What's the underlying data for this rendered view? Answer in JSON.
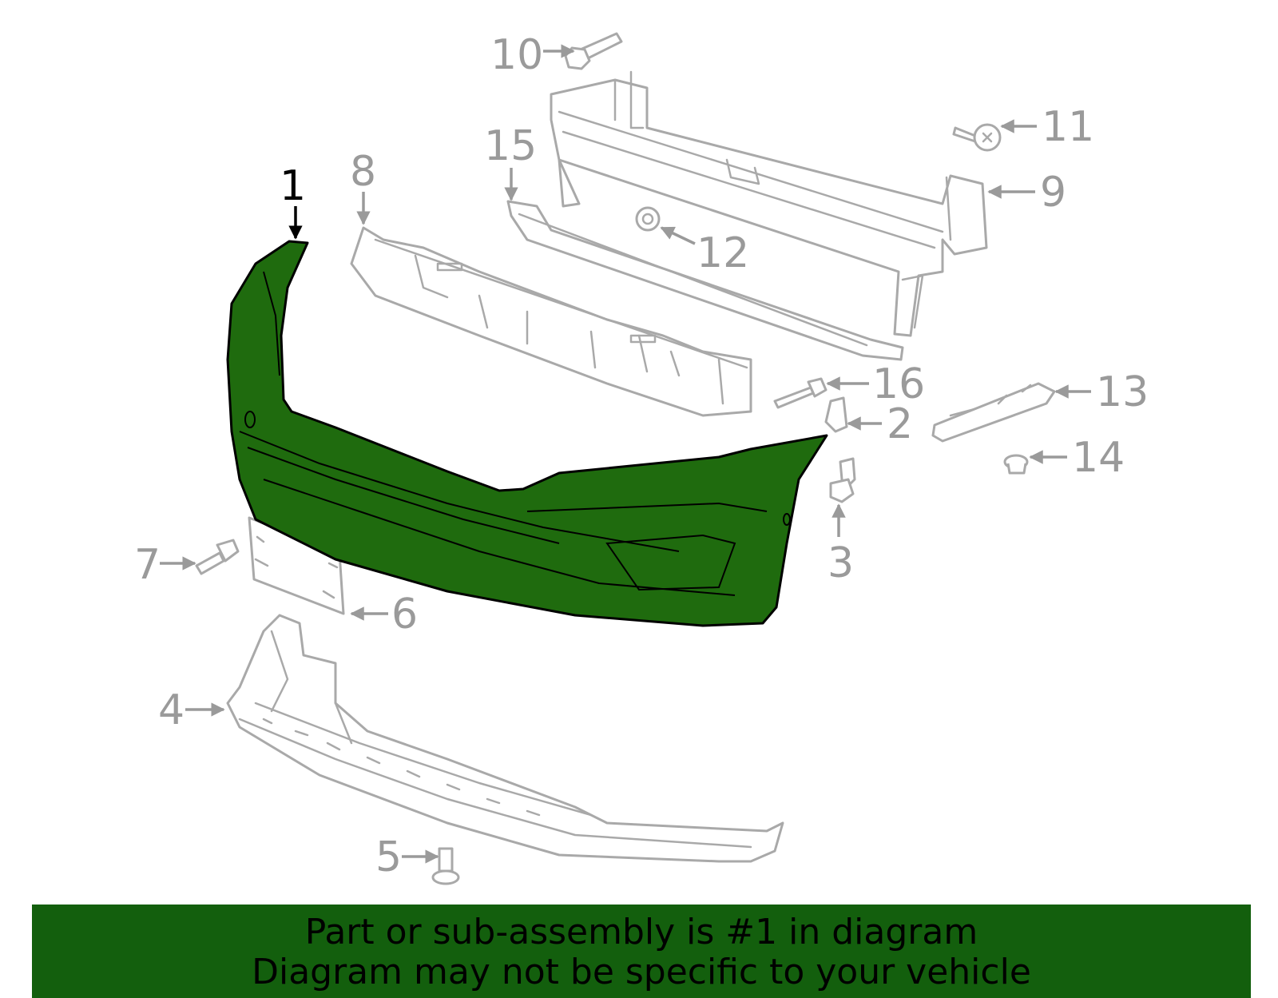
{
  "colors": {
    "highlight_fill": "#1f6b0e",
    "part_stroke": "#a9a9a9",
    "callout_text": "#9a9a9a",
    "banner_bg": "#135f0d"
  },
  "callouts": {
    "c1": "1",
    "c2": "2",
    "c3": "3",
    "c4": "4",
    "c5": "5",
    "c6": "6",
    "c7": "7",
    "c8": "8",
    "c9": "9",
    "c10": "10",
    "c11": "11",
    "c12": "12",
    "c13": "13",
    "c14": "14",
    "c15": "15",
    "c16": "16"
  },
  "highlighted_part": "1",
  "banner": {
    "line1": "Part or sub-assembly is #1 in diagram",
    "line2": "Diagram may not be specific to your vehicle"
  }
}
